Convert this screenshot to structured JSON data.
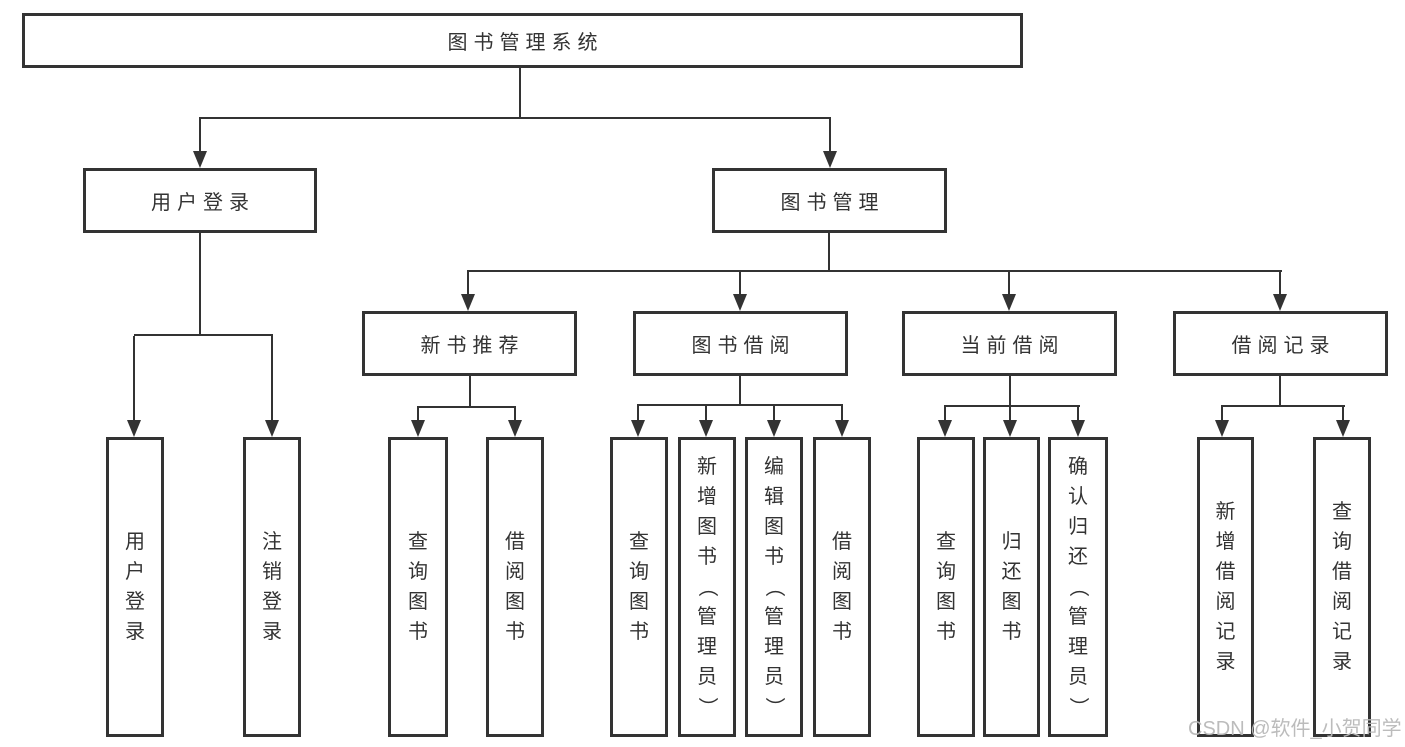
{
  "nodes": {
    "root": {
      "label": "图书管理系统"
    },
    "login": {
      "label": "用户登录"
    },
    "mgmt": {
      "label": "图书管理"
    },
    "modules": [
      {
        "label": "新书推荐"
      },
      {
        "label": "图书借阅"
      },
      {
        "label": "当前借阅"
      },
      {
        "label": "借阅记录"
      }
    ],
    "leaves": {
      "login": [
        "用户登录",
        "注销登录"
      ],
      "recommend": [
        "查询图书",
        "借阅图书"
      ],
      "borrow": [
        "查询图书",
        "新增图书（管理员）",
        "编辑图书（管理员）",
        "借阅图书"
      ],
      "current": [
        "查询图书",
        "归还图书",
        "确认归还（管理员）"
      ],
      "records": [
        "新增借阅记录",
        "查询借阅记录"
      ]
    }
  },
  "watermark": "CSDN @软件_小贺同学",
  "colors": {
    "line": "#333333",
    "text": "#333333",
    "background": "#ffffff",
    "watermark": "#b9b9b9"
  }
}
